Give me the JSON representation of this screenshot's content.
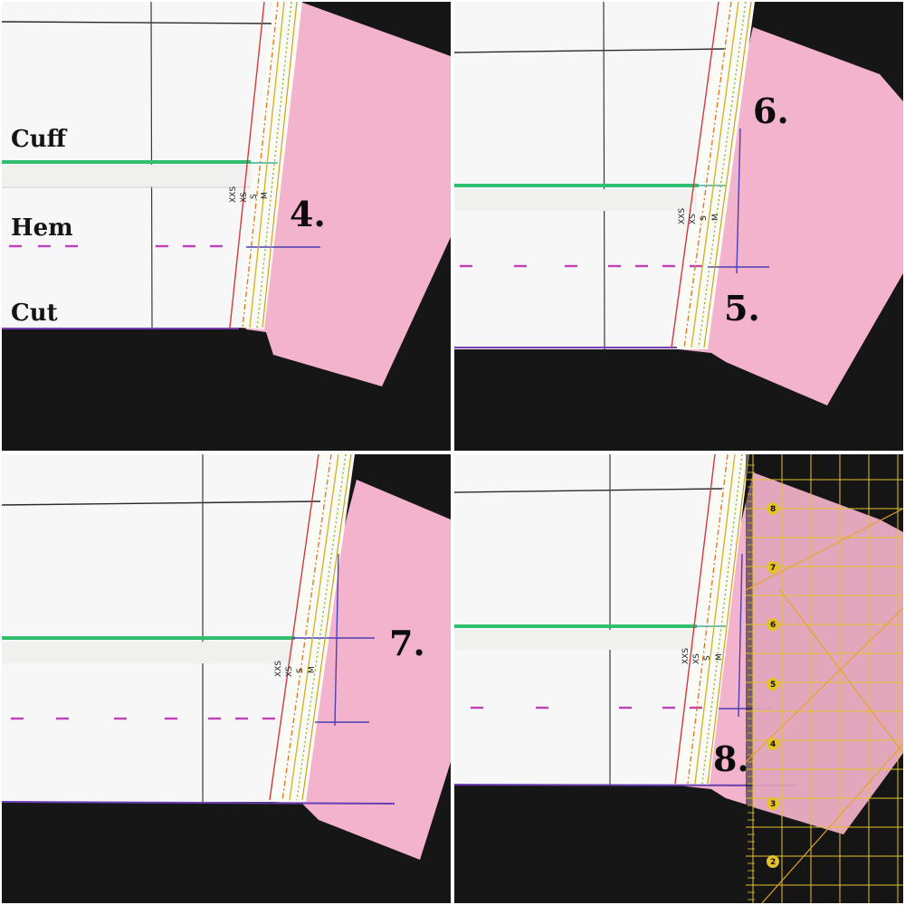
{
  "labels": {
    "cuff": "Cuff",
    "hem": "Hem",
    "cut": "Cut"
  },
  "steps": {
    "step4": "4.",
    "step5": "5.",
    "step6": "6.",
    "step7": "7.",
    "step8": "8."
  },
  "sizes": [
    "XXS",
    "XS",
    "S",
    "M"
  ],
  "ruler_numbers": [
    "8",
    "7",
    "6",
    "5",
    "4",
    "3",
    "2"
  ],
  "colors": {
    "background": "#161616",
    "paper": "#f7f7f8",
    "pink_paper": "#f4b3cc",
    "cuff_line": "#2fbf6e",
    "hem_dash": "#c23fb6",
    "guide_line": "#4b3fb4",
    "ruler_grid": "#e5c22a"
  }
}
